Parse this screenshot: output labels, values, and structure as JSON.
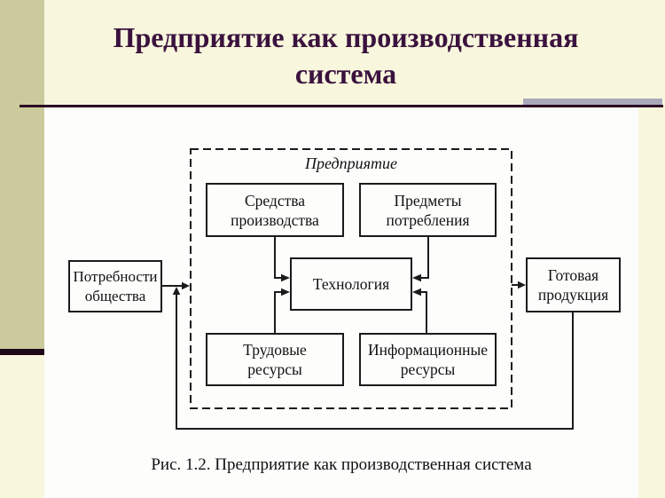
{
  "slide": {
    "title": "Предприятие как производственная система",
    "caption": "Рис. 1.2. Предприятие как производственная система"
  },
  "diagram": {
    "container_label": "Предприятие",
    "boxes": {
      "sredstva": "Средства\nпроизводства",
      "predmety": "Предметы\nпотребления",
      "tekhnologiya": "Технология",
      "trudovye": "Трудовые\nресурсы",
      "informatsionnye": "Информационные\nресурсы",
      "potrebnosti": "Потребности\nобщества",
      "gotovaya": "Готовая\nпродукция"
    },
    "connections": [
      "Потребности общества → Предприятие",
      "Средства производства → Технология",
      "Предметы потребления → Технология",
      "Трудовые ресурсы → Технология",
      "Информационные ресурсы → Технология",
      "Предприятие → Готовая продукция",
      "Готовая продукция → Потребности общества (обратная связь)"
    ]
  },
  "colors": {
    "background_cream": "#F8F7DD",
    "accent_strip_olive": "#CBCA9C",
    "strip_underline_dark": "#1D0818",
    "title_plum": "#3B123E",
    "title_rule_dark": "#2B0B26",
    "title_rule_gray": "#A9A9BA",
    "panel_white": "#FDFDFC",
    "diagram_ink": "#1B1B1B"
  }
}
